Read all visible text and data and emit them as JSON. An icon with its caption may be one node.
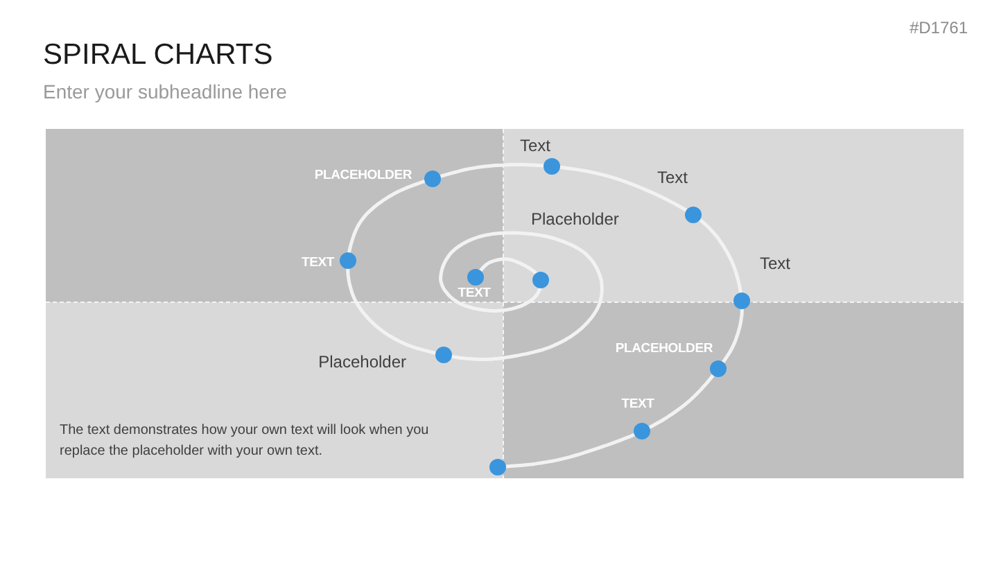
{
  "diagram": {
    "title": "SPIRAL CHARTS",
    "nodes": [
      {
        "text": [],
        "shape": "circle",
        "beside": [
          "TEXT"
        ]
      },
      {
        "text": [],
        "shape": "circle"
      },
      {
        "text": [],
        "shape": "circle",
        "beside": [
          "Placeholder"
        ]
      },
      {
        "text": [],
        "shape": "circle",
        "beside": [
          "TEXT"
        ]
      },
      {
        "text": [],
        "shape": "circle",
        "beside": [
          "PLACEHOLDER"
        ]
      },
      {
        "text": [],
        "shape": "circle",
        "beside": [
          "Text"
        ]
      },
      {
        "text": [],
        "shape": "circle",
        "beside": [
          "Text"
        ]
      },
      {
        "text": [],
        "shape": "circle",
        "beside": [
          "Text"
        ]
      },
      {
        "text": [],
        "shape": "circle",
        "beside": [
          "PLACEHOLDER"
        ]
      },
      {
        "text": [],
        "shape": "circle",
        "beside": [
          "TEXT"
        ]
      },
      {
        "text": [],
        "shape": "circle"
      }
    ],
    "edges": [
      {
        "from": 0,
        "to": 1,
        "arrow": "none"
      },
      {
        "from": 1,
        "to": 2,
        "arrow": "none"
      },
      {
        "from": 2,
        "to": 3,
        "arrow": "none"
      },
      {
        "from": 3,
        "to": 4,
        "arrow": "none"
      },
      {
        "from": 4,
        "to": 5,
        "arrow": "none"
      },
      {
        "from": 5,
        "to": 6,
        "arrow": "none"
      },
      {
        "from": 6,
        "to": 7,
        "arrow": "none"
      },
      {
        "from": 7,
        "to": 8,
        "arrow": "none"
      },
      {
        "from": 8,
        "to": 9,
        "arrow": "none"
      },
      {
        "from": 9,
        "to": 10,
        "arrow": "none"
      }
    ],
    "labels": [
      "#D1761",
      "Enter your subheadline here",
      "Placeholder",
      "The text demonstrates how your own text will look when you replace the placeholder with your own text."
    ]
  }
}
